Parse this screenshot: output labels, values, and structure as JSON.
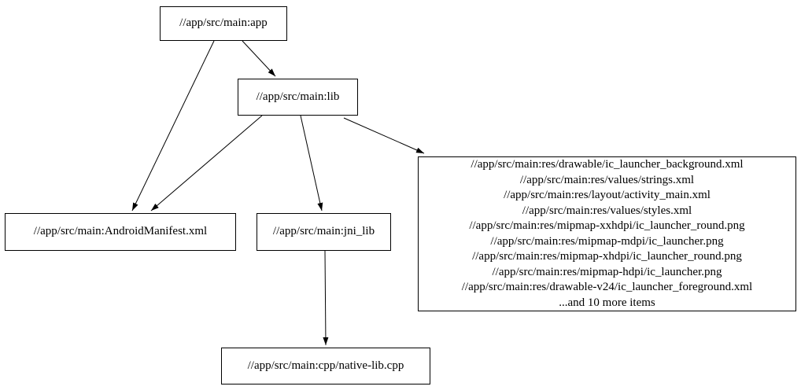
{
  "graph": {
    "background_color": "#ffffff",
    "node_border_color": "#000000",
    "edge_color": "#000000",
    "nodes": {
      "app": {
        "label": "//app/src/main:app"
      },
      "lib": {
        "label": "//app/src/main:lib"
      },
      "manifest": {
        "label": "//app/src/main:AndroidManifest.xml"
      },
      "jni_lib": {
        "label": "//app/src/main:jni_lib"
      },
      "res": {
        "lines": [
          "//app/src/main:res/drawable/ic_launcher_background.xml",
          "//app/src/main:res/values/strings.xml",
          "//app/src/main:res/layout/activity_main.xml",
          "//app/src/main:res/values/styles.xml",
          "//app/src/main:res/mipmap-xxhdpi/ic_launcher_round.png",
          "//app/src/main:res/mipmap-mdpi/ic_launcher.png",
          "//app/src/main:res/mipmap-xhdpi/ic_launcher_round.png",
          "//app/src/main:res/mipmap-hdpi/ic_launcher.png",
          "//app/src/main:res/drawable-v24/ic_launcher_foreground.xml",
          "...and 10 more items"
        ]
      },
      "cpp": {
        "label": "//app/src/main:cpp/native-lib.cpp"
      }
    },
    "edges": [
      {
        "from": "//app/src/main:app",
        "to": "//app/src/main:lib"
      },
      {
        "from": "//app/src/main:app",
        "to": "//app/src/main:AndroidManifest.xml"
      },
      {
        "from": "//app/src/main:lib",
        "to": "//app/src/main:AndroidManifest.xml"
      },
      {
        "from": "//app/src/main:lib",
        "to": "//app/src/main:jni_lib"
      },
      {
        "from": "//app/src/main:lib",
        "to": "//app/src/main:res (resource group)"
      },
      {
        "from": "//app/src/main:jni_lib",
        "to": "//app/src/main:cpp/native-lib.cpp"
      }
    ]
  }
}
